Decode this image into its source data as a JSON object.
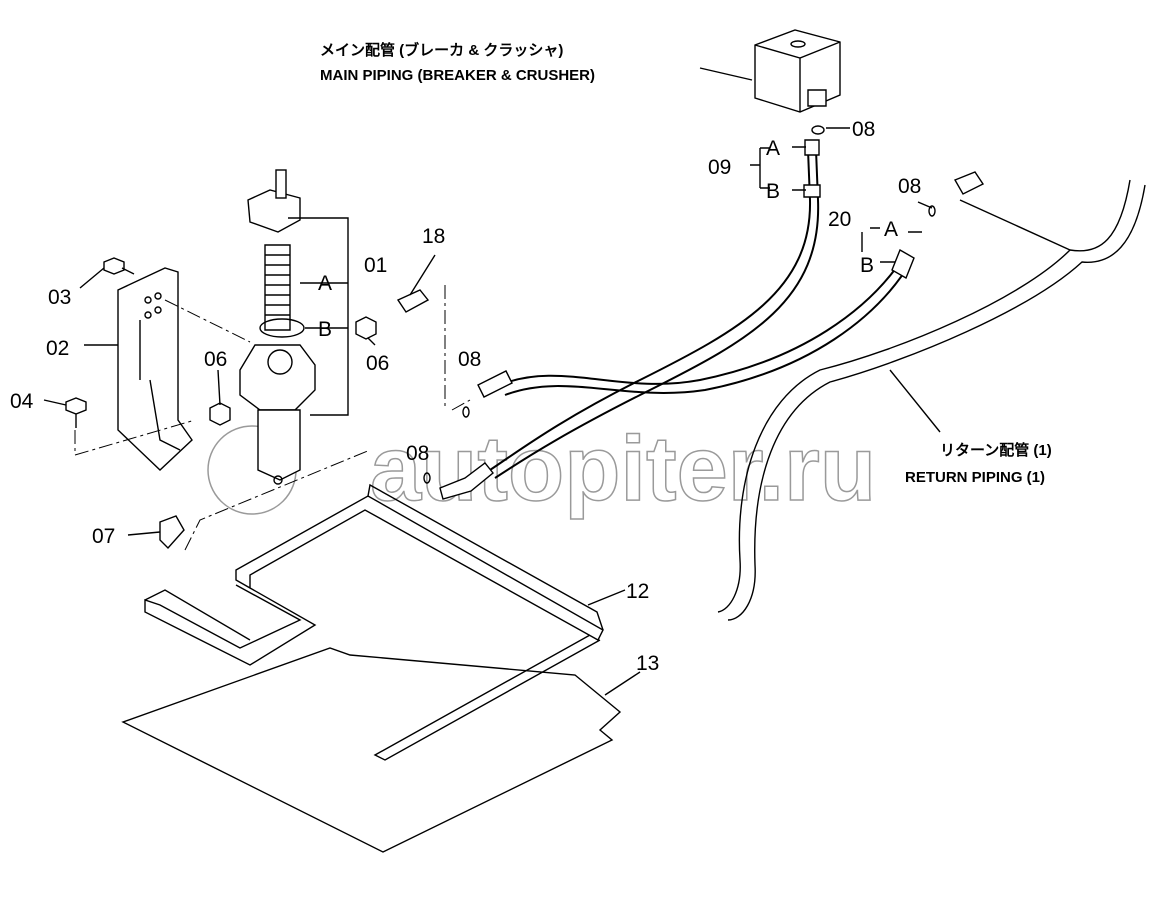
{
  "titles": {
    "main_piping_jp": "メイン配管 (ブレーカ & クラッシャ)",
    "main_piping_en": "MAIN PIPING (BREAKER & CRUSHER)",
    "return_piping_jp": "リターン配管 (1)",
    "return_piping_en": "RETURN PIPING (1)"
  },
  "watermark": "autopiter.ru",
  "callouts": {
    "p01": "01",
    "p01_a": "A",
    "p01_b": "B",
    "p02": "02",
    "p03": "03",
    "p04": "04",
    "p06_left": "06",
    "p06_right": "06",
    "p07": "07",
    "p08_filter": "08",
    "p08_lower": "08",
    "p08_top": "08",
    "p08_right": "08",
    "p09": "09",
    "p09_a": "A",
    "p09_b": "B",
    "p12": "12",
    "p13": "13",
    "p18": "18",
    "p20": "20",
    "p20_a": "A",
    "p20_b": "B"
  }
}
